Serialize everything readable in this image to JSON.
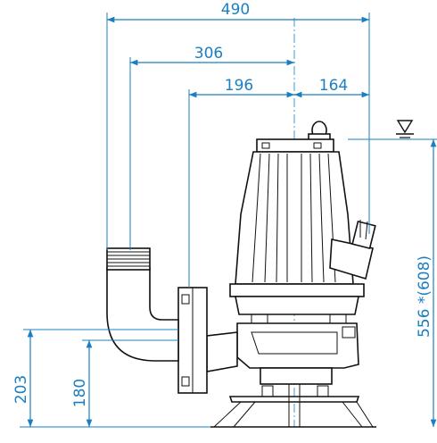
{
  "diagram": {
    "dimensions": {
      "total_width": "490",
      "discharge_offset": "306",
      "left_of_axis": "196",
      "right_of_axis": "164",
      "overall_height": "556 *(608)",
      "flange_center_height": "203",
      "outlet_height": "180"
    },
    "colors": {
      "dimension": "#1a7fc1",
      "outline": "#111111"
    }
  }
}
